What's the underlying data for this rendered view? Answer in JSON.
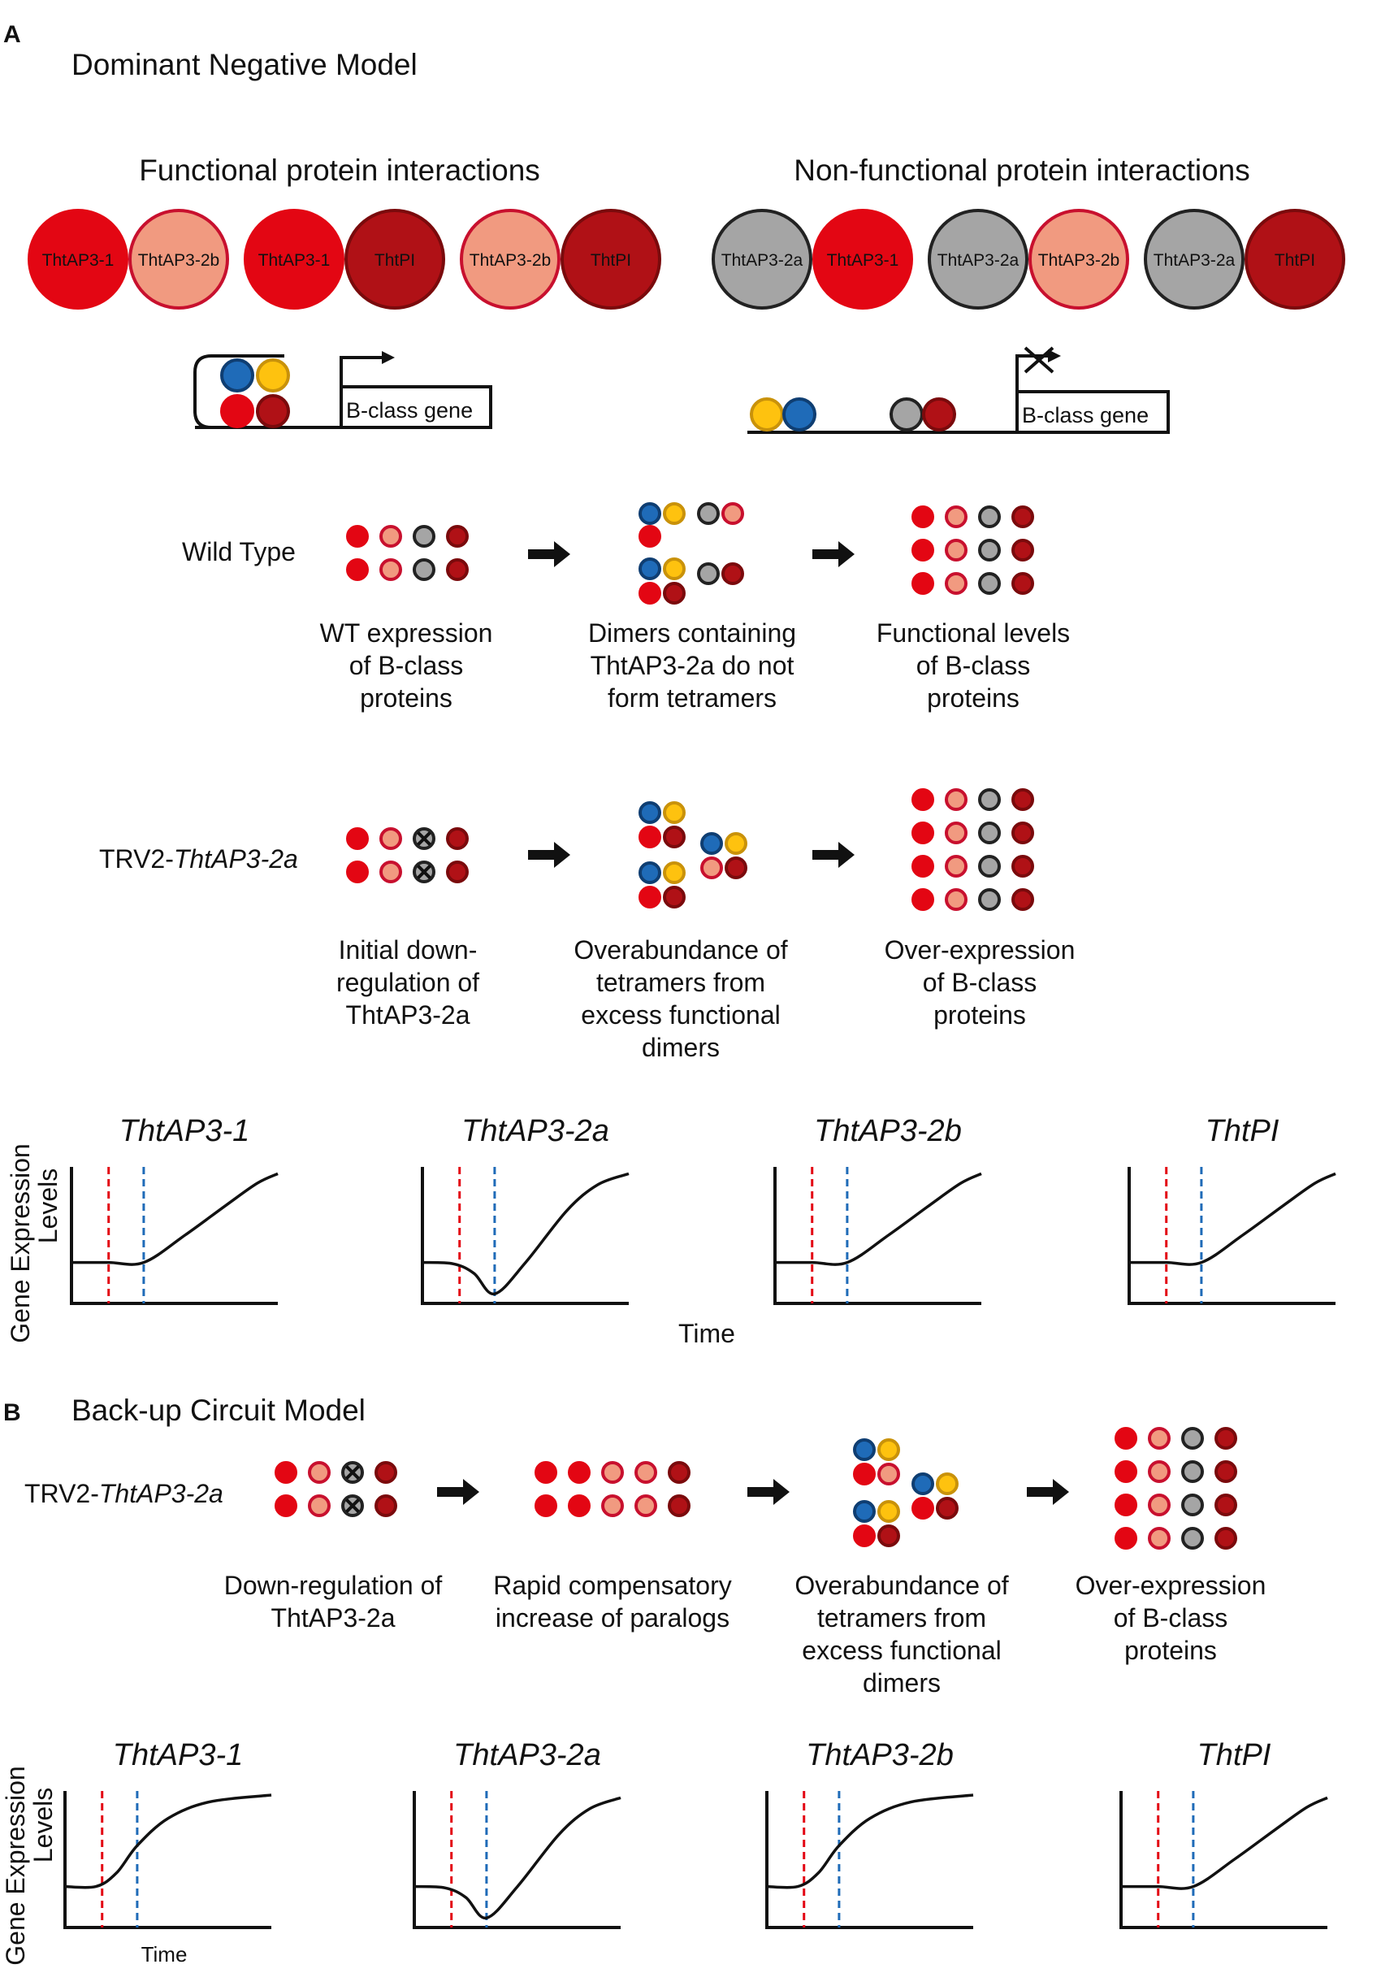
{
  "colors": {
    "ap3_1": "#e30613",
    "ap3_2b": "#f19a80",
    "ap3_2b_ring": "#c8102e",
    "pi": "#b01116",
    "pi_ring": "#7a0a0c",
    "ap3_2a": "#a5a5a5",
    "ap3_2a_ring": "#222222",
    "blue": "#1f6bb8",
    "blue_ring": "#0f3e72",
    "yellow": "#fec20f",
    "yellow_ring": "#c9920a",
    "red_dash": "#e30613",
    "blue_dash": "#1f6bb8"
  },
  "panelA": {
    "letter": "A",
    "title": "Dominant Negative Model",
    "functional_heading": "Functional protein interactions",
    "nonfunctional_heading": "Non-functional protein interactions",
    "functional_pairs": [
      [
        "ThtAP3-1",
        "ThtAP3-2b"
      ],
      [
        "ThtAP3-1",
        "ThtPI"
      ],
      [
        "ThtAP3-2b",
        "ThtPI"
      ]
    ],
    "nonfunctional_pairs": [
      [
        "ThtAP3-2a",
        "ThtAP3-1"
      ],
      [
        "ThtAP3-2a",
        "ThtAP3-2b"
      ],
      [
        "ThtAP3-2a",
        "ThtPI"
      ]
    ],
    "gene_label_left": "B-class gene",
    "gene_label_right": "B-class gene",
    "wild_type_label": "Wild Type",
    "wt_captions": [
      [
        "WT expression",
        "of B-class",
        "proteins"
      ],
      [
        "Dimers containing",
        "ThtAP3-2a do not",
        "form tetramers"
      ],
      [
        "Functional levels",
        "of B-class",
        "proteins"
      ]
    ],
    "trv_label_prefix": "TRV2-",
    "trv_label_gene": "ThtAP3-2a",
    "trv_captions": [
      [
        "Initial down-",
        "regulation of",
        "ThtAP3-2a"
      ],
      [
        "Overabundance of",
        "tetramers from",
        "excess functional",
        "dimers"
      ],
      [
        "Over-expression",
        "of B-class",
        "proteins"
      ]
    ],
    "plot_titles": [
      "ThtAP3-1",
      "ThtAP3-2a",
      "ThtAP3-2b",
      "ThtPI"
    ],
    "ylabel_line1": "Gene Expression",
    "ylabel_line2": "Levels",
    "xlabel": "Time"
  },
  "panelB": {
    "letter": "B",
    "title": "Back-up Circuit Model",
    "trv_label_prefix": "TRV2-",
    "trv_label_gene": "ThtAP3-2a",
    "captions": [
      [
        "Down-regulation of",
        "ThtAP3-2a"
      ],
      [
        "Rapid compensatory",
        "increase of paralogs"
      ],
      [
        "Overabundance of",
        "tetramers from",
        "excess functional",
        "dimers"
      ],
      [
        "Over-expression",
        "of B-class",
        "proteins"
      ]
    ],
    "plot_titles": [
      "ThtAP3-1",
      "ThtAP3-2a",
      "ThtAP3-2b",
      "ThtPI"
    ],
    "ylabel_line1": "Gene Expression",
    "ylabel_line2": "Levels",
    "xlabel": "Time"
  },
  "chart_data": [
    {
      "type": "line",
      "panel": "A",
      "title": "ThtAP3-1",
      "xlabel": "Time",
      "ylabel": "Gene Expression Levels",
      "x": [
        0,
        0.18,
        0.35,
        0.55,
        0.75,
        0.9,
        1.0
      ],
      "values": [
        0.3,
        0.3,
        0.3,
        0.5,
        0.72,
        0.88,
        0.95
      ],
      "markers": {
        "red_dashed_x": 0.18,
        "blue_dashed_x": 0.35
      }
    },
    {
      "type": "line",
      "panel": "A",
      "title": "ThtAP3-2a",
      "xlabel": "Time",
      "ylabel": "Gene Expression Levels",
      "x": [
        0,
        0.15,
        0.25,
        0.35,
        0.5,
        0.7,
        0.85,
        1.0
      ],
      "values": [
        0.3,
        0.29,
        0.22,
        0.07,
        0.3,
        0.68,
        0.87,
        0.95
      ],
      "markers": {
        "red_dashed_x": 0.18,
        "blue_dashed_x": 0.35
      }
    },
    {
      "type": "line",
      "panel": "A",
      "title": "ThtAP3-2b",
      "xlabel": "Time",
      "ylabel": "Gene Expression Levels",
      "x": [
        0,
        0.18,
        0.35,
        0.55,
        0.75,
        0.9,
        1.0
      ],
      "values": [
        0.3,
        0.3,
        0.3,
        0.5,
        0.72,
        0.88,
        0.95
      ],
      "markers": {
        "red_dashed_x": 0.18,
        "blue_dashed_x": 0.35
      }
    },
    {
      "type": "line",
      "panel": "A",
      "title": "ThtPI",
      "xlabel": "Time",
      "ylabel": "Gene Expression Levels",
      "x": [
        0,
        0.18,
        0.35,
        0.55,
        0.75,
        0.9,
        1.0
      ],
      "values": [
        0.3,
        0.3,
        0.3,
        0.5,
        0.72,
        0.88,
        0.95
      ],
      "markers": {
        "red_dashed_x": 0.18,
        "blue_dashed_x": 0.35
      }
    },
    {
      "type": "line",
      "panel": "B",
      "title": "ThtAP3-1",
      "xlabel": "Time",
      "ylabel": "Gene Expression Levels",
      "x": [
        0,
        0.15,
        0.25,
        0.35,
        0.5,
        0.7,
        1.0
      ],
      "values": [
        0.3,
        0.3,
        0.4,
        0.6,
        0.8,
        0.92,
        0.97
      ],
      "markers": {
        "red_dashed_x": 0.18,
        "blue_dashed_x": 0.35
      }
    },
    {
      "type": "line",
      "panel": "B",
      "title": "ThtAP3-2a",
      "xlabel": "Time",
      "ylabel": "Gene Expression Levels",
      "x": [
        0,
        0.15,
        0.25,
        0.35,
        0.5,
        0.7,
        0.85,
        1.0
      ],
      "values": [
        0.3,
        0.29,
        0.22,
        0.07,
        0.3,
        0.68,
        0.87,
        0.95
      ],
      "markers": {
        "red_dashed_x": 0.18,
        "blue_dashed_x": 0.35
      }
    },
    {
      "type": "line",
      "panel": "B",
      "title": "ThtAP3-2b",
      "xlabel": "Time",
      "ylabel": "Gene Expression Levels",
      "x": [
        0,
        0.15,
        0.25,
        0.35,
        0.5,
        0.7,
        1.0
      ],
      "values": [
        0.3,
        0.3,
        0.4,
        0.6,
        0.8,
        0.92,
        0.97
      ],
      "markers": {
        "red_dashed_x": 0.18,
        "blue_dashed_x": 0.35
      }
    },
    {
      "type": "line",
      "panel": "B",
      "title": "ThtPI",
      "xlabel": "Time",
      "ylabel": "Gene Expression Levels",
      "x": [
        0,
        0.18,
        0.35,
        0.55,
        0.75,
        0.9,
        1.0
      ],
      "values": [
        0.3,
        0.3,
        0.3,
        0.5,
        0.72,
        0.88,
        0.95
      ],
      "markers": {
        "red_dashed_x": 0.18,
        "blue_dashed_x": 0.35
      }
    }
  ]
}
